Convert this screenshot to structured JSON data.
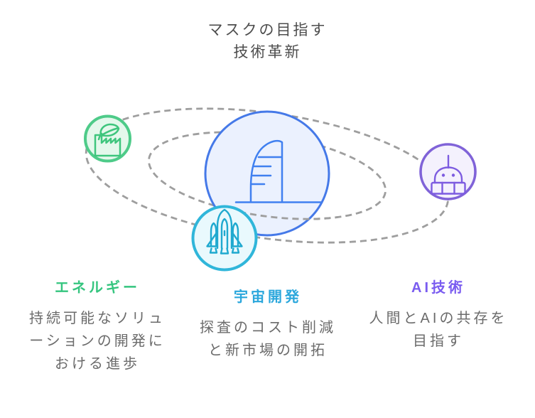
{
  "title": {
    "line1": "マスクの目指す",
    "line2": "技術革新"
  },
  "columns": [
    {
      "id": "energy",
      "heading": "エネルギー",
      "heading_color": "#35c57f",
      "icon": "factory-leaf-icon",
      "body_lines": [
        "持続可能なソリュ",
        "ーションの開発に",
        "おける進歩"
      ]
    },
    {
      "id": "space",
      "heading": "宇宙開発",
      "heading_color": "#2ba7dc",
      "icon": "space-shuttle-icon",
      "body_lines": [
        "探査のコスト削減",
        "と新市場の開拓"
      ]
    },
    {
      "id": "ai",
      "heading": "AI技術",
      "heading_color": "#7a5cf0",
      "icon": "robot-icon",
      "body_lines": [
        "人間とAIの共存を",
        "目指す"
      ]
    }
  ],
  "central_icon": "sail-tower-building-icon",
  "palette": {
    "title-text": "#4d4d4d",
    "body-text": "#6b6b6b",
    "orbit-gray": "#9e9e9e",
    "blue-ring": "#4579e8",
    "blue-fill": "#ebf1fe",
    "blue-stroke": "#4080f0",
    "green-ring": "#4ecb89",
    "green-fill": "#e4f8ec",
    "green-stroke": "#3ec57d",
    "green-text": "#35c57f",
    "cyan-ring": "#30b6da",
    "cyan-fill": "#e9f9fd",
    "cyan-stroke": "#1fa9cf",
    "cyan-text": "#2ba7dc",
    "purple-ring": "#8063d8",
    "purple-fill": "#f4f1fd",
    "purple-stroke": "#7d5ce0",
    "purple-text": "#7a5cf0"
  }
}
